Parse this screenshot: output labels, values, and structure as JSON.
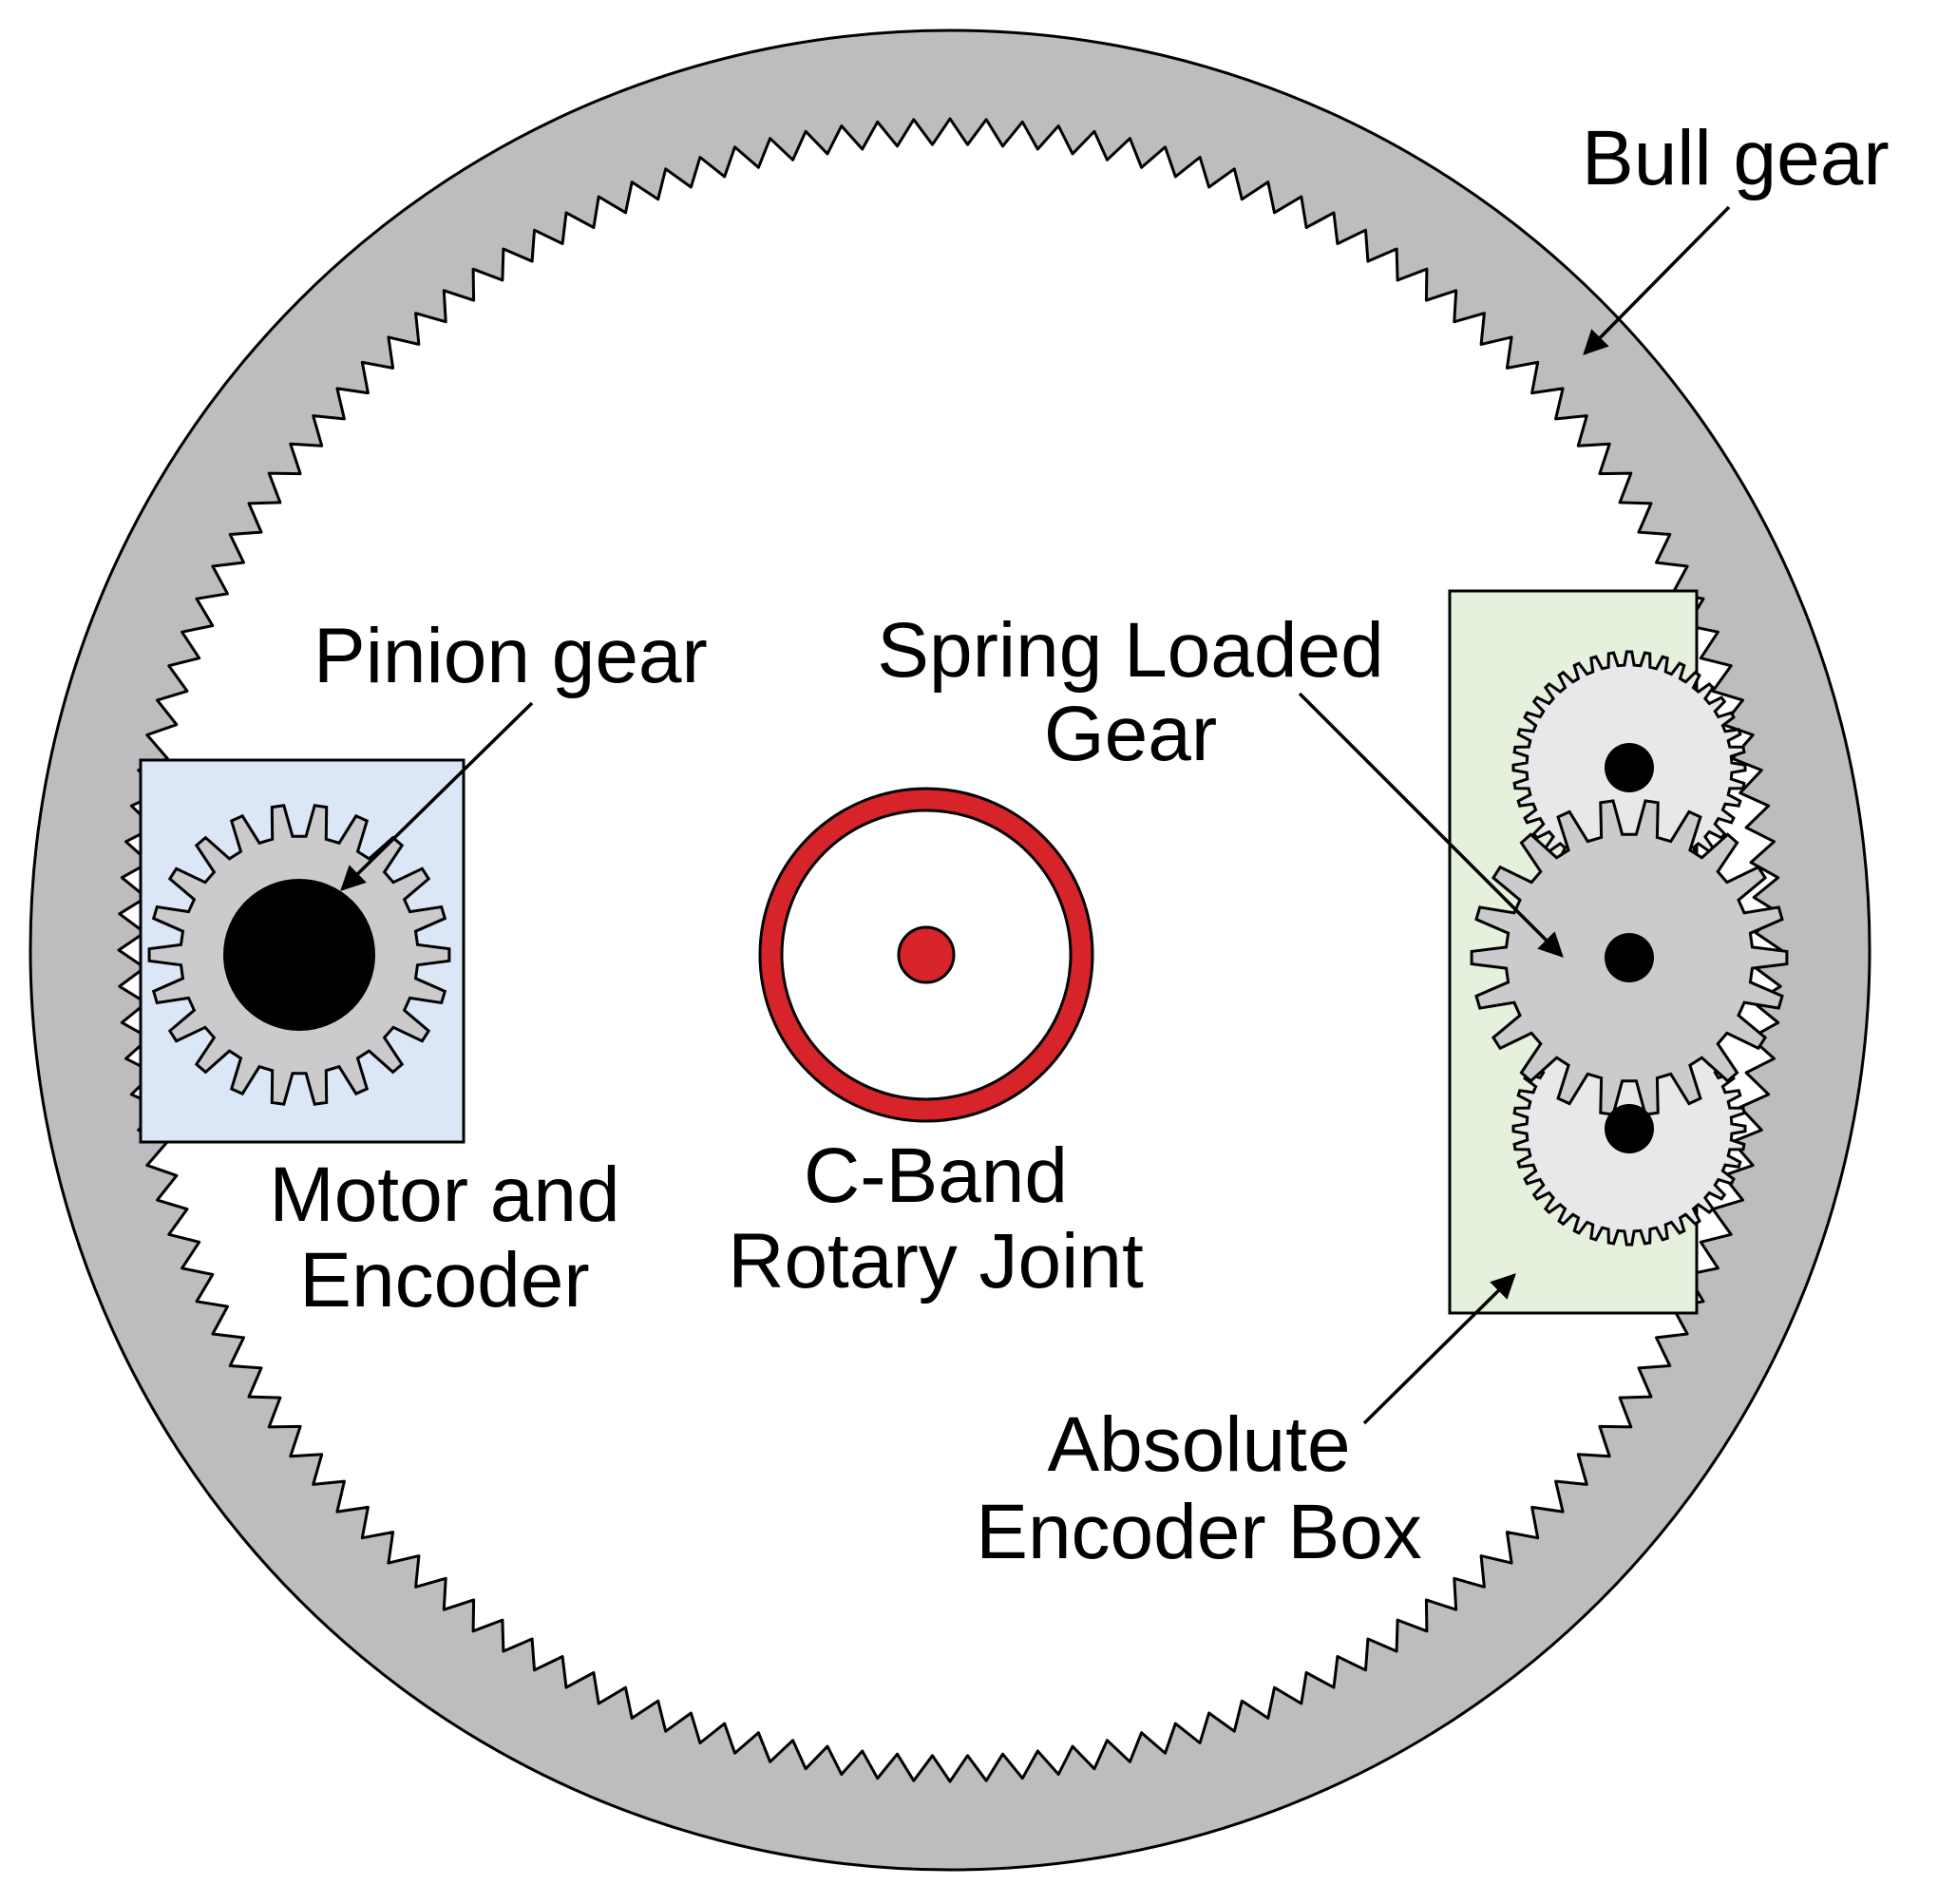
{
  "labels": {
    "bull_gear": "Bull gear",
    "pinion_gear": "Pinion gear",
    "spring_loaded_line1": "Spring Loaded",
    "spring_loaded_line2": "Gear",
    "motor_line1": "Motor and",
    "motor_line2": "Encoder",
    "rotary_line1": "C-Band",
    "rotary_line2": "Rotary Joint",
    "absolute_line1": "Absolute",
    "absolute_line2": "Encoder Box"
  },
  "colors": {
    "bull_gear_ring": "#bdbdbf",
    "interior": "#ffffff",
    "motor_box": "#dbe7f7",
    "encoder_box": "#e5f1dc",
    "pinion_gear": "#cbcbcd",
    "spring_gear": "#cbcbcd",
    "small_gears": "#e8e8ea",
    "rotary_joint": "#d6242a",
    "shaft": "#000000",
    "outline": "#000000"
  },
  "bull_gear_teeth": 144
}
